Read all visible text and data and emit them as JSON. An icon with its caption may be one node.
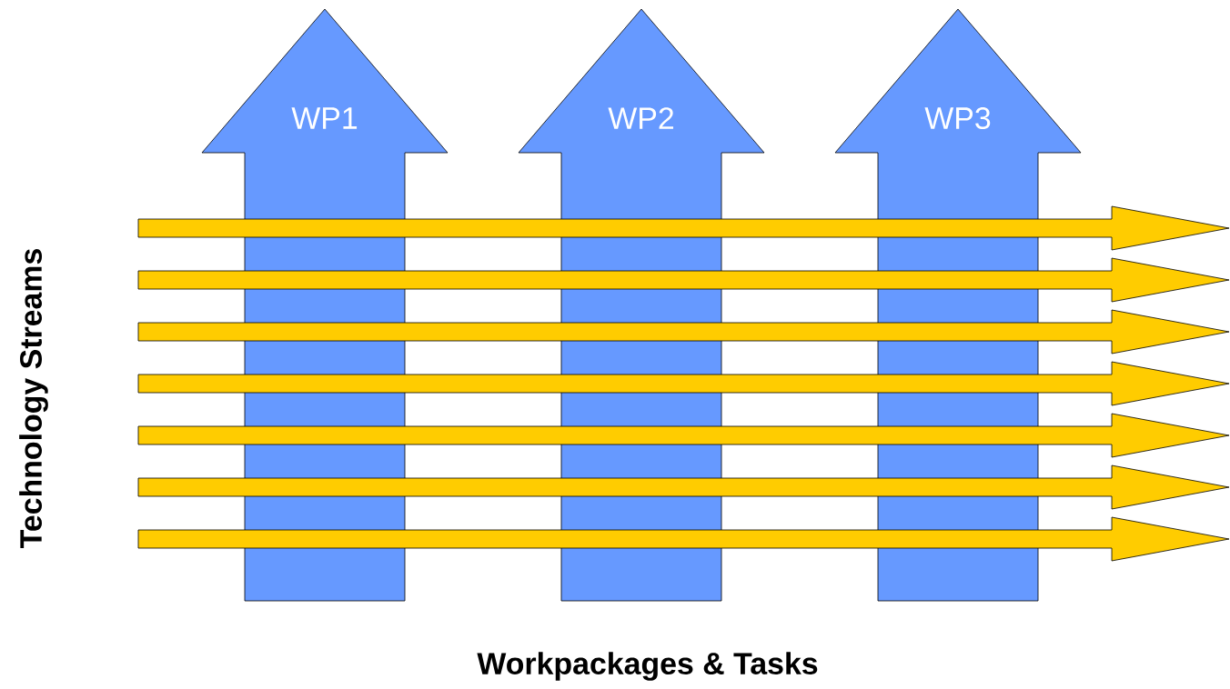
{
  "diagram": {
    "nodes": [
      {
        "text": [
          "WP1"
        ]
      },
      {
        "text": [
          "WP2"
        ]
      },
      {
        "text": [
          "WP3"
        ]
      },
      {
        "text": [],
        "shape": "arrow"
      },
      {
        "text": [],
        "shape": "arrow"
      },
      {
        "text": [],
        "shape": "arrow"
      },
      {
        "text": [],
        "shape": "arrow"
      },
      {
        "text": [],
        "shape": "arrow"
      },
      {
        "text": [],
        "shape": "arrow"
      },
      {
        "text": [],
        "shape": "arrow"
      }
    ],
    "labels": [
      "Technology Streams",
      "Workpackages & Tasks"
    ]
  }
}
